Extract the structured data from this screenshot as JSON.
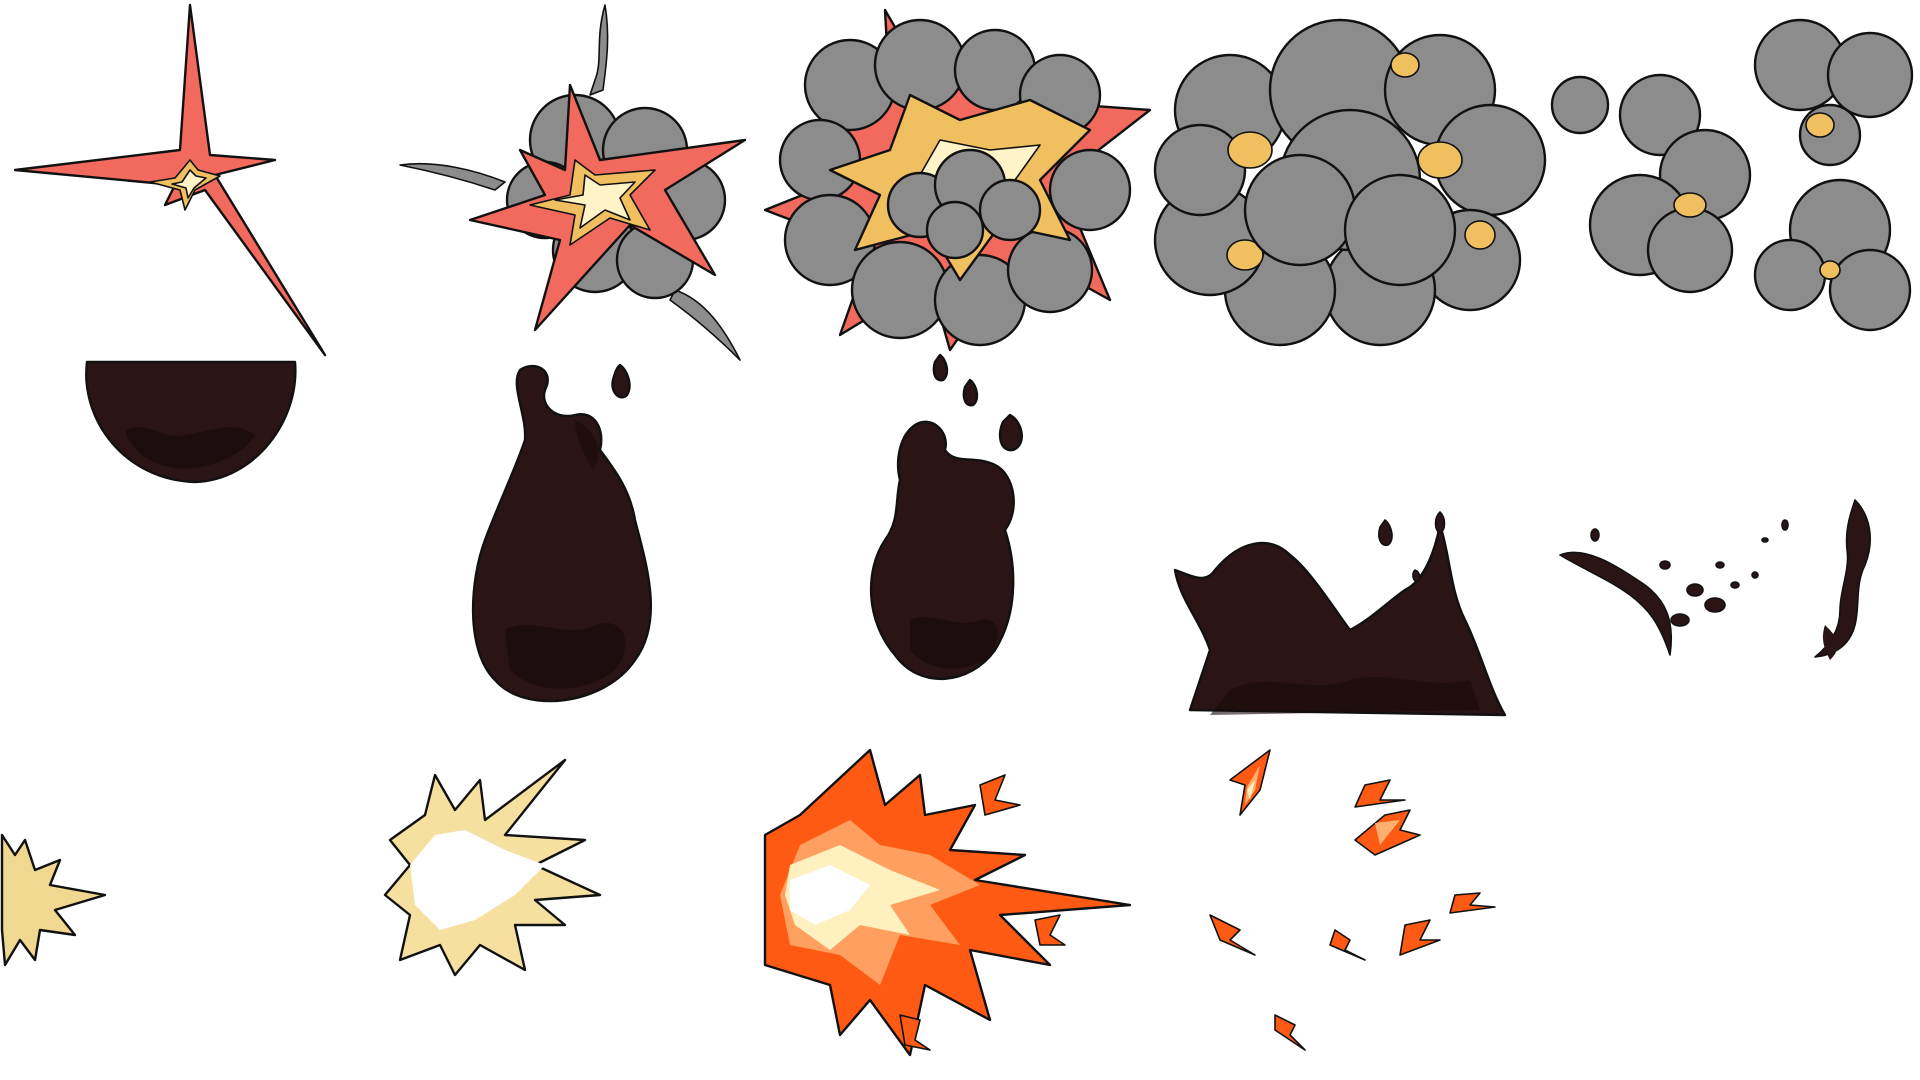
{
  "sprite_sheet": {
    "background": "#ffffff",
    "rows": [
      {
        "name": "explosion",
        "frames": [
          {
            "id": "explosion-frame-1",
            "description_icon": "flash-star-icon"
          },
          {
            "id": "explosion-frame-2",
            "description_icon": "burst-with-smoke-icon"
          },
          {
            "id": "explosion-frame-3",
            "description_icon": "fireball-smoke-icon"
          },
          {
            "id": "explosion-frame-4",
            "description_icon": "smoke-cloud-icon"
          },
          {
            "id": "explosion-frame-5",
            "description_icon": "dissipating-smoke-icon"
          }
        ]
      },
      {
        "name": "dark-blob",
        "frames": [
          {
            "id": "blob-frame-1",
            "description_icon": "blob-half-icon"
          },
          {
            "id": "blob-frame-2",
            "description_icon": "blob-drip-icon"
          },
          {
            "id": "blob-frame-3",
            "description_icon": "blob-drip-small-icon"
          },
          {
            "id": "blob-frame-4",
            "description_icon": "blob-splash-icon"
          },
          {
            "id": "blob-frame-5",
            "description_icon": "blob-scatter-icon"
          }
        ]
      },
      {
        "name": "muzzle-flash",
        "frames": [
          {
            "id": "muzzle-frame-1",
            "description_icon": "spark-small-icon"
          },
          {
            "id": "muzzle-frame-2",
            "description_icon": "flash-white-icon"
          },
          {
            "id": "muzzle-frame-3",
            "description_icon": "flash-orange-icon"
          },
          {
            "id": "muzzle-frame-4",
            "description_icon": "spark-shards-icon"
          }
        ]
      }
    ],
    "colors": {
      "flash_red": "#f26a5e",
      "flash_yellow": "#f0c060",
      "flash_cream": "#fff3c8",
      "smoke_gray": "#8c8c8c",
      "smoke_gray_dark": "#7a7a7a",
      "blob_dark": "#2b1416",
      "blob_shadow": "#190a0b",
      "muzzle_orange": "#ff5a14",
      "muzzle_light": "#ffb070",
      "muzzle_cream": "#fff0c0",
      "outline": "#111111"
    }
  }
}
